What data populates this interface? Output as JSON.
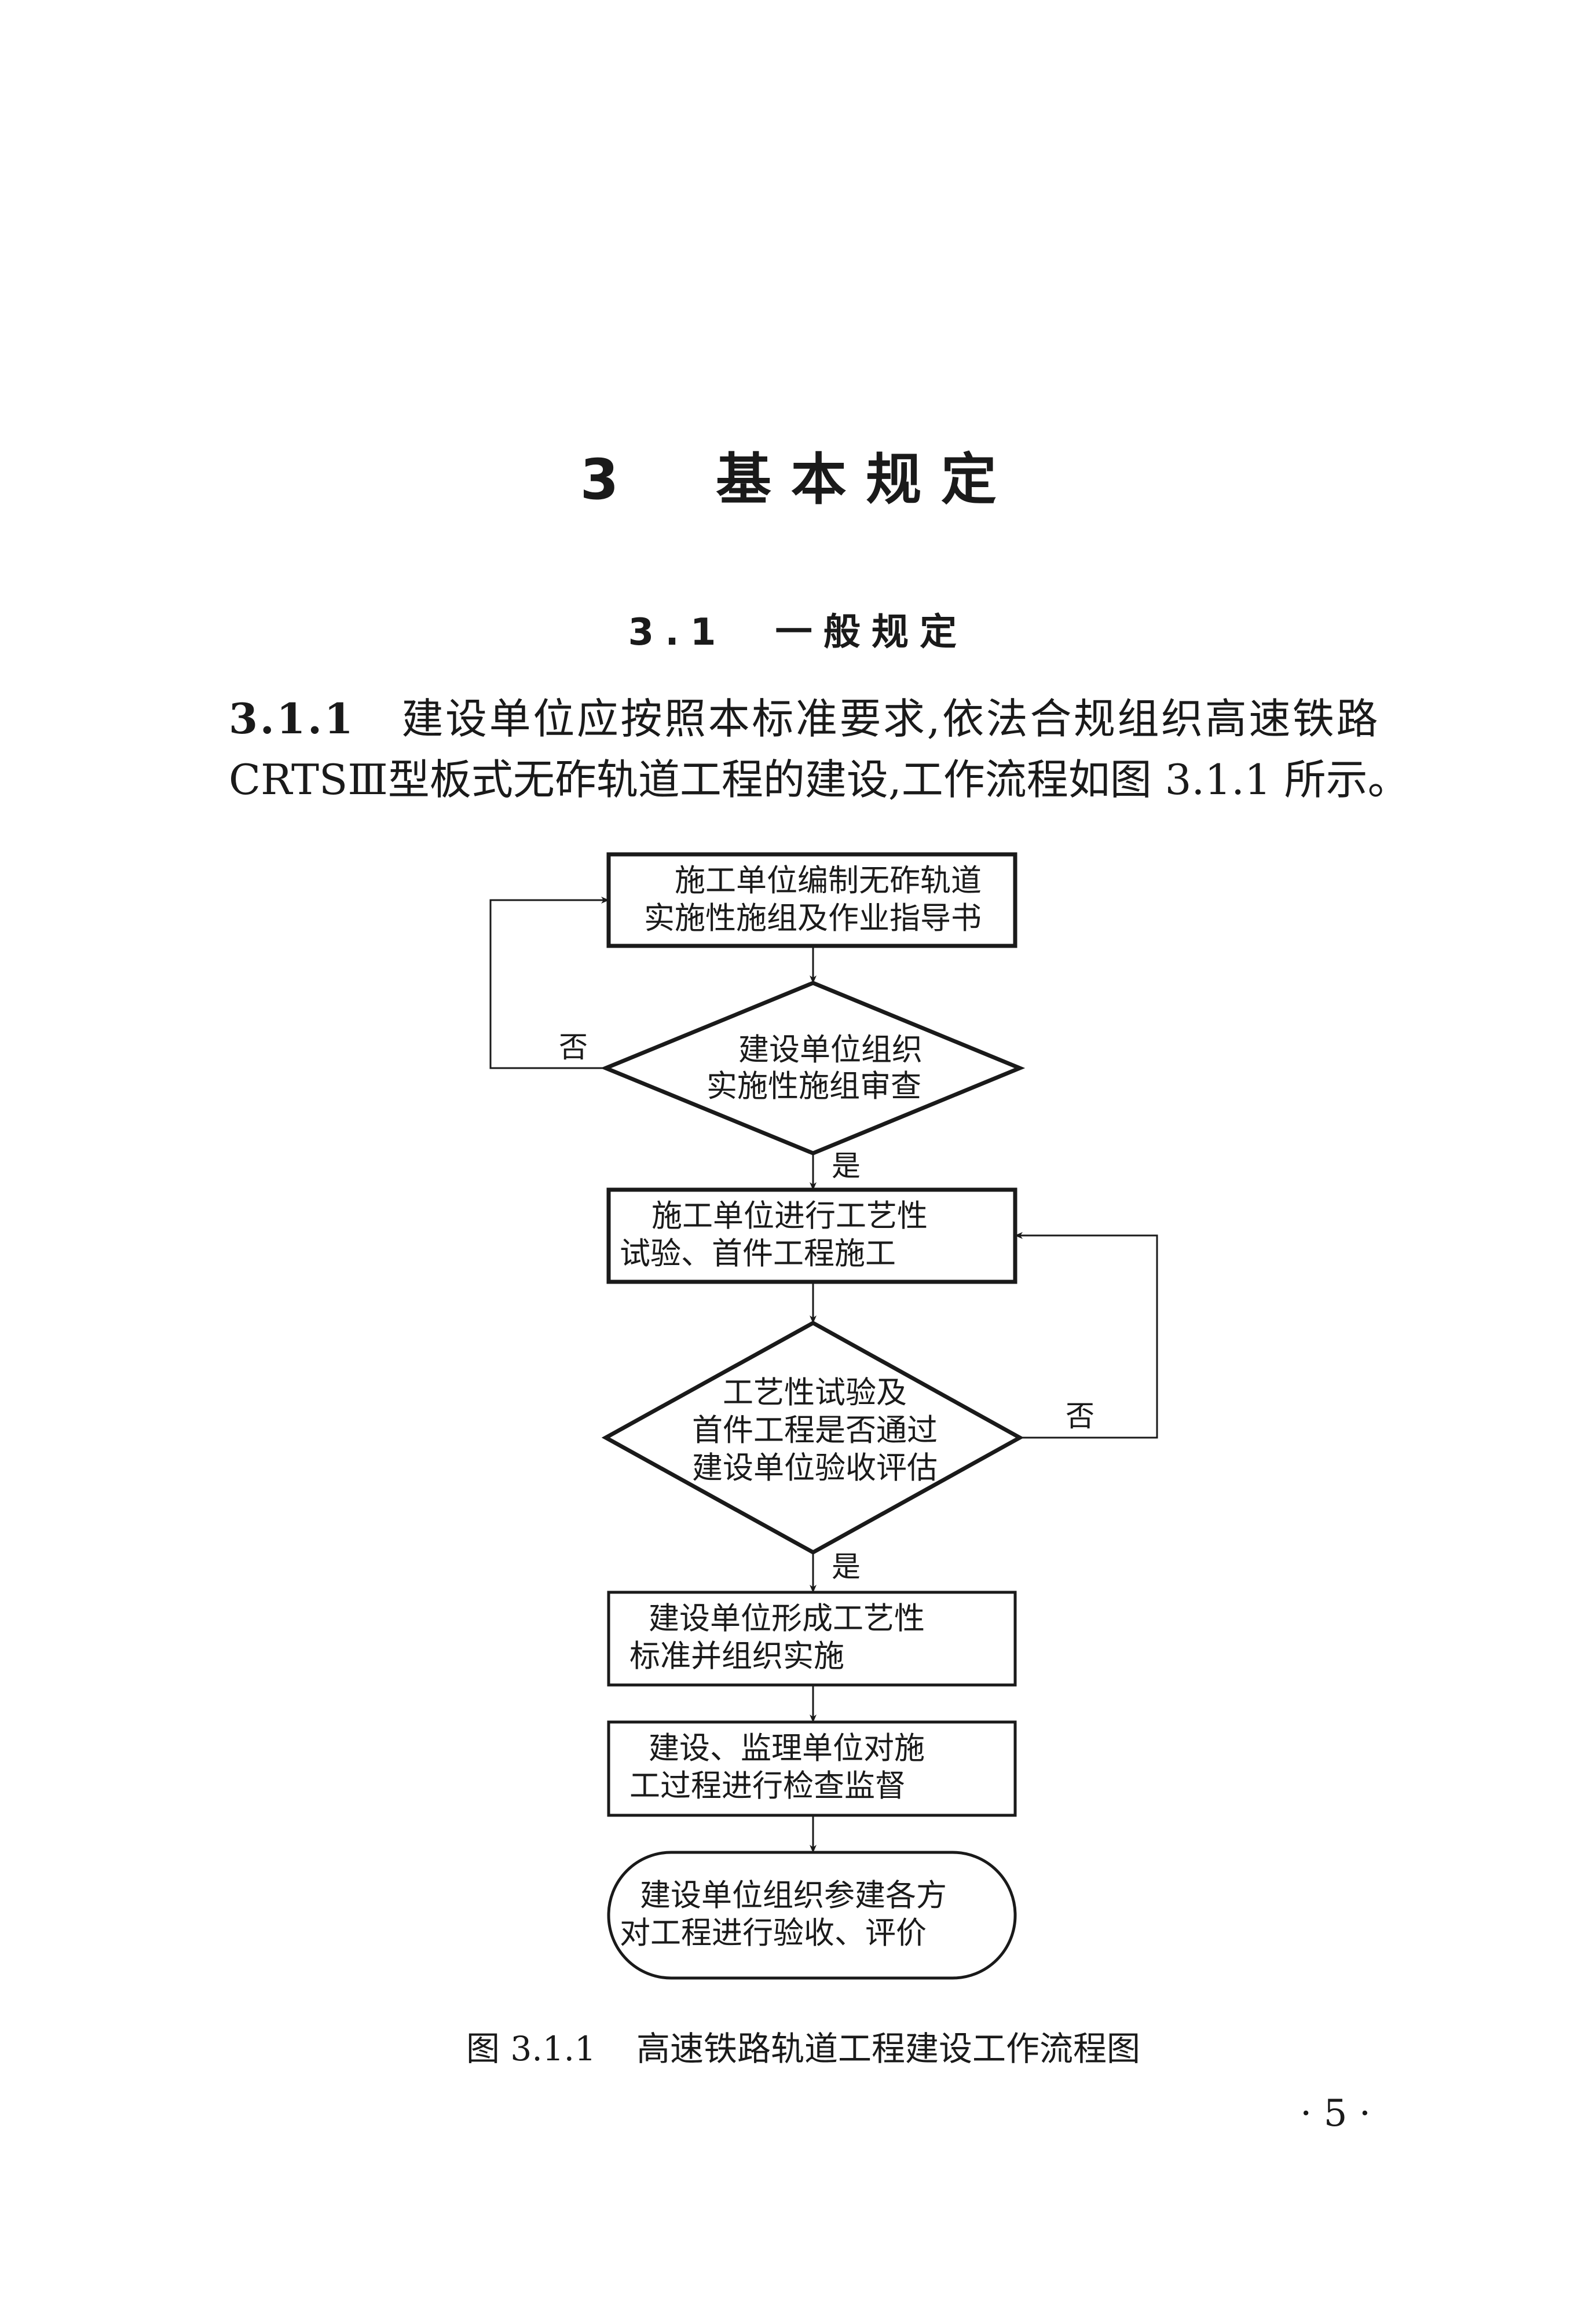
{
  "chapter": {
    "number": "3",
    "title": "基本规定"
  },
  "section": {
    "number": "3.1",
    "title": "一般规定"
  },
  "clause": {
    "number": "3.1.1",
    "line1": "建设单位应按照本标准要求,依法合规组织高速铁路",
    "line2": "CRTSⅢ型板式无砟轨道工程的建设,工作流程如图 3.1.1 所示。"
  },
  "flowchart": {
    "nodes": [
      {
        "id": "n1",
        "type": "process",
        "lines": [
          "施工单位编制无砟轨道",
          "实施性施组及作业指导书"
        ]
      },
      {
        "id": "n2",
        "type": "decision",
        "lines": [
          "建设单位组织",
          "实施性施组审查"
        ]
      },
      {
        "id": "n3",
        "type": "process",
        "lines": [
          "施工单位进行工艺性",
          "试验、首件工程施工"
        ]
      },
      {
        "id": "n4",
        "type": "decision",
        "lines": [
          "工艺性试验及",
          "首件工程是否通过",
          "建设单位验收评估"
        ]
      },
      {
        "id": "n5",
        "type": "process",
        "lines": [
          "建设单位形成工艺性",
          "标准并组织实施"
        ]
      },
      {
        "id": "n6",
        "type": "process",
        "lines": [
          "建设、监理单位对施",
          "工过程进行检查监督"
        ]
      },
      {
        "id": "n7",
        "type": "terminal",
        "lines": [
          "建设单位组织参建各方",
          "对工程进行验收、评价"
        ]
      }
    ],
    "edge_labels": {
      "yes": "是",
      "no": "否"
    }
  },
  "figure": {
    "number": "图 3.1.1",
    "caption": "高速铁路轨道工程建设工作流程图"
  },
  "page_number": "· 5 ·"
}
